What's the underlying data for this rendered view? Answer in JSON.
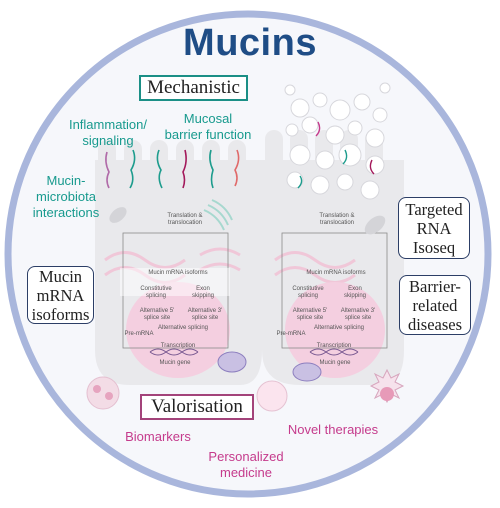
{
  "title": "Mucins",
  "mechanistic": {
    "heading": "Mechanistic",
    "inflammation": [
      "Inflammation/",
      "signaling"
    ],
    "mucosal_barrier": [
      "Mucosal",
      "barrier function"
    ],
    "microbiota": [
      "Mucin-",
      "microbiota",
      "interactions"
    ]
  },
  "boxes": {
    "isoforms": [
      "Mucin",
      "mRNA",
      "isoforms"
    ],
    "targeted": [
      "Targeted",
      "RNA",
      "Isoseq"
    ],
    "barrier": [
      "Barrier-",
      "related",
      "diseases"
    ]
  },
  "valorisation": {
    "heading": "Valorisation",
    "biomarkers": "Biomarkers",
    "personalized": [
      "Personalized",
      "medicine"
    ],
    "therapies": "Novel therapies"
  },
  "cell_labels": {
    "translation": [
      "Translation &",
      "translocation"
    ],
    "isoforms": "Mucin mRNA isoforms",
    "constitutive": [
      "Constitutive",
      "splicing"
    ],
    "exon_skipping": [
      "Exon",
      "skipping"
    ],
    "alt5": [
      "Alternative 5'",
      "splice site"
    ],
    "alt3": [
      "Alternative 3'",
      "splice site"
    ],
    "pre_mrna": "Pre-mRNA",
    "alt_splicing": "Alternative splicing",
    "transcription": "Transcription",
    "gene": "Mucin gene"
  },
  "colors": {
    "title": "#1f4d86",
    "teal": "#189a8e",
    "pink": "#c53b8c",
    "ring": "#a9b6dc",
    "box_blue": "#2c3e66"
  }
}
